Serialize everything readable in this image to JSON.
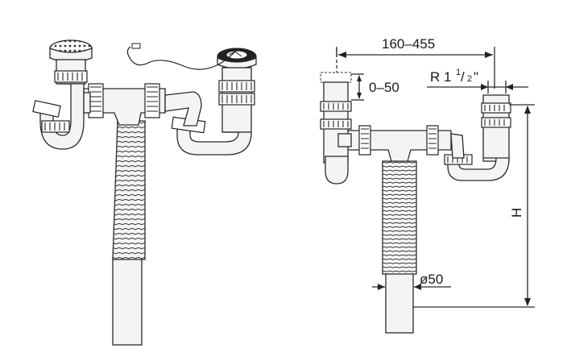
{
  "dimensions": {
    "width_range": "160–455",
    "height_adjust": "0–50",
    "thread": "R 1",
    "thread_num": "1",
    "thread_den": "2",
    "thread_suffix": "\"",
    "height": "H",
    "diameter": "ø50"
  },
  "colors": {
    "line": "#2a2a2a",
    "fill": "#f4f4f4",
    "background": "#ffffff"
  }
}
